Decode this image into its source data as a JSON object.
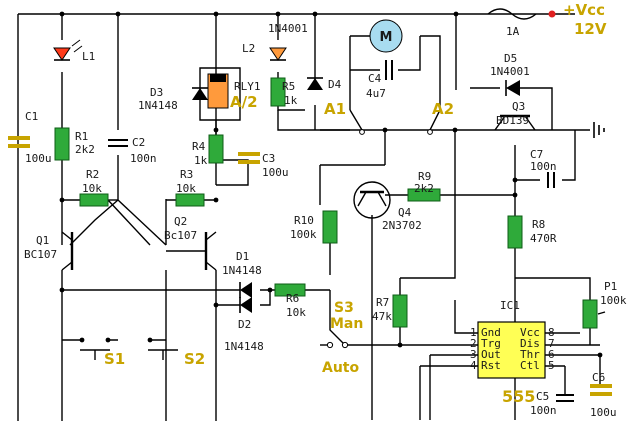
{
  "power": {
    "vcc": "+Vcc",
    "voltage": "12V",
    "fuse": "1A"
  },
  "components": {
    "L1": "L1",
    "L2": "L2",
    "C1": "C1",
    "C1_val": "100u",
    "R1": "R1",
    "R1_val": "2k2",
    "C2": "C2",
    "C2_val": "100n",
    "D3": "D3",
    "D3_val": "1N4148",
    "RLY1": "RLY1",
    "RLY_A2": "A/2",
    "R5": "R5",
    "R5_val": "1k",
    "D4": "D4",
    "D4_top": "1N4001",
    "C4": "C4",
    "C4_val": "4u7",
    "A1": "A1",
    "A2": "A2",
    "D5": "D5",
    "D5_val": "1N4001",
    "Q3": "Q3",
    "Q3_val": "BD139",
    "C7": "C7",
    "C7_val": "100n",
    "R4": "R4",
    "R4_val": "1k",
    "C3": "C3",
    "C3_val": "100u",
    "R2": "R2",
    "R2_val": "10k",
    "R3": "R3",
    "R3_val": "10k",
    "R9": "R9",
    "R9_val": "2k2",
    "R10": "R10",
    "R10_val": "100k",
    "Q4": "Q4",
    "Q4_val": "2N3702",
    "Q1": "Q1",
    "Q1_val": "BC107",
    "Q2": "Q2",
    "Q2_val": "Bc107",
    "R8": "R8",
    "R8_val": "470R",
    "D1": "D1",
    "D1_val": "1N4148",
    "D2": "D2",
    "D2_val": "1N4148",
    "R6": "R6",
    "R6_val": "10k",
    "S3": "S3",
    "S3_mode": "Man",
    "S3_auto": "Auto",
    "R7": "R7",
    "R7_val": "47k",
    "IC1": "IC1",
    "IC1_part": "555",
    "P1": "P1",
    "P1_val": "100k",
    "S1": "S1",
    "S2": "S2",
    "C5": "C5",
    "C5_val": "100n",
    "C6": "C6",
    "C6_val": "100u"
  },
  "ic_pins": {
    "left": [
      "Gnd",
      "Trg",
      "Out",
      "Rst"
    ],
    "right": [
      "Vcc",
      "Dis",
      "Thr",
      "Ctl"
    ],
    "left_nums": [
      "1",
      "2",
      "3",
      "4"
    ],
    "right_nums": [
      "8",
      "7",
      "6",
      "5"
    ]
  },
  "colors": {
    "resistor": "#2faa3a",
    "ic_body": "#ffff55",
    "relay_coil": "#ff9a3c",
    "label_accent": "#c8a400",
    "motor": "#a8dcf0",
    "led": "#ff3a1a",
    "fuse_dot": "#e02020"
  }
}
